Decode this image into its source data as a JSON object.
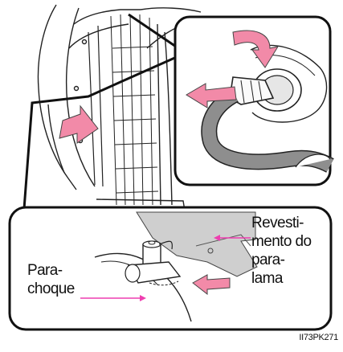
{
  "labels": {
    "revestimento": [
      "Revesti-",
      "mento do",
      "para-",
      "lama"
    ],
    "parachoque": [
      "Para-",
      "choque"
    ]
  },
  "figure_code": "II73PK271",
  "colors": {
    "arrow_pink": "#f28aa8",
    "callout_pink": "#ee3fb0",
    "line": "#222222",
    "gray_fill": "#cfcfcf",
    "dark_fill": "#8e8e8e"
  }
}
